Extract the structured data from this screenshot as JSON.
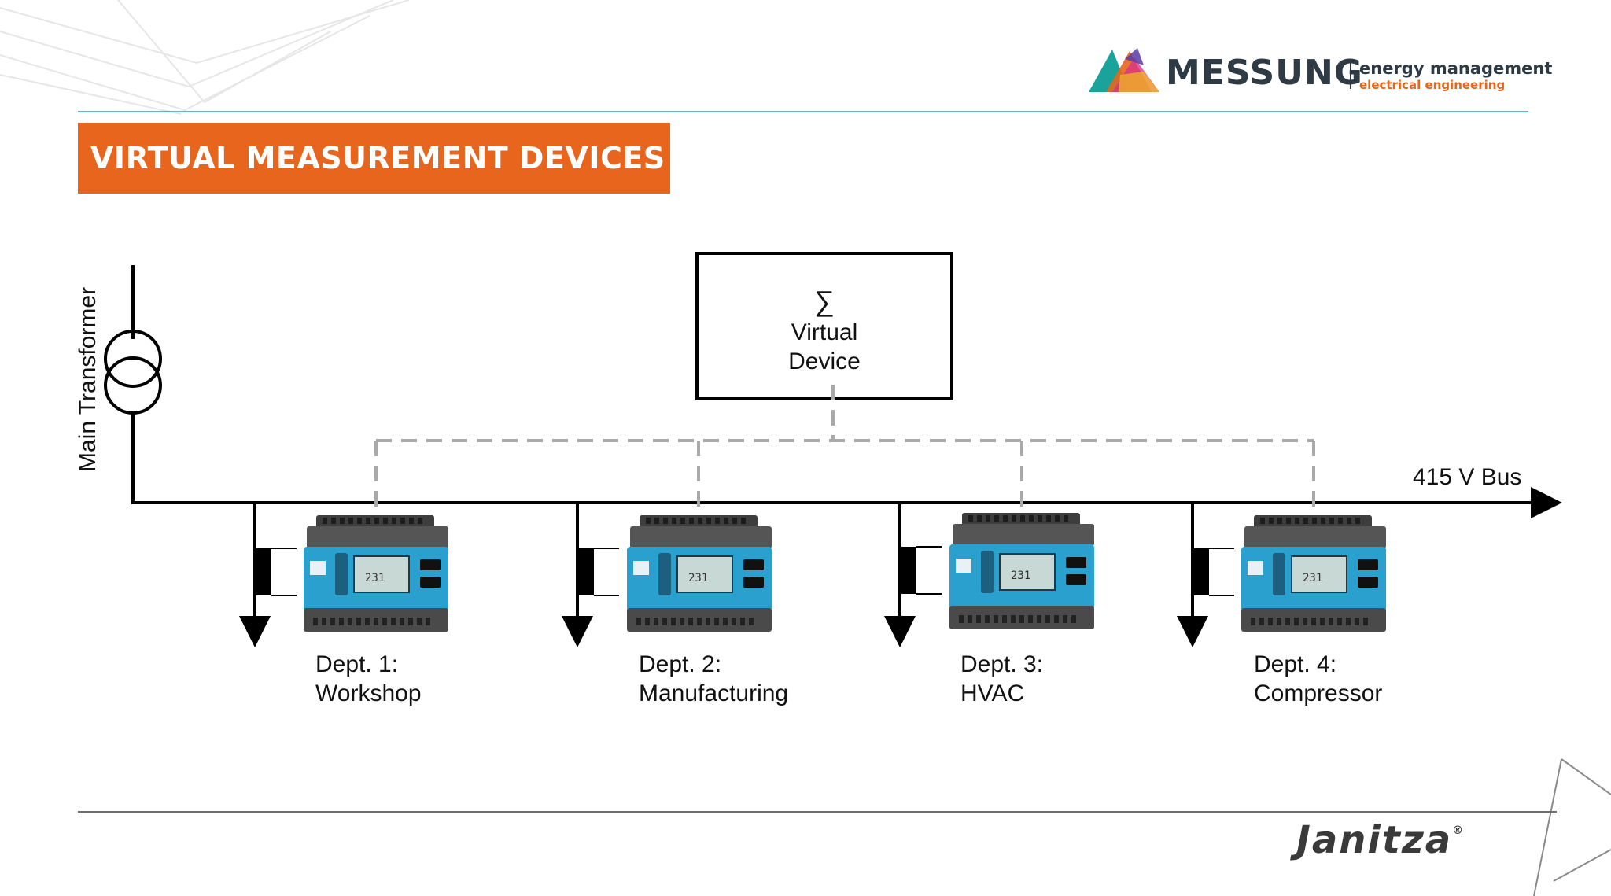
{
  "header": {
    "title": "VIRTUAL MEASUREMENT DEVICES",
    "logo": {
      "name": "MESSUNG",
      "tagline_1": "energy management",
      "tagline_2": "electrical engineering"
    }
  },
  "footer": {
    "brand": "Janitza",
    "registered_mark": "®"
  },
  "diagram": {
    "transformer_label": "Main Transformer",
    "bus_label": "415 V Bus",
    "virtual_device": {
      "symbol": "∑",
      "line1": "Virtual",
      "line2": "Device"
    },
    "departments": [
      {
        "line1": "Dept. 1:",
        "line2": "Workshop"
      },
      {
        "line1": "Dept. 2:",
        "line2": "Manufacturing"
      },
      {
        "line1": "Dept. 3:",
        "line2": "HVAC"
      },
      {
        "line1": "Dept. 4:",
        "line2": "Compressor"
      }
    ],
    "meter_display_value": "231"
  },
  "colors": {
    "accent_orange": "#e8651d",
    "teal_rule": "#1a9aa8",
    "meter_blue": "#2aa0cf",
    "dashed_link": "#a9a9a9"
  }
}
